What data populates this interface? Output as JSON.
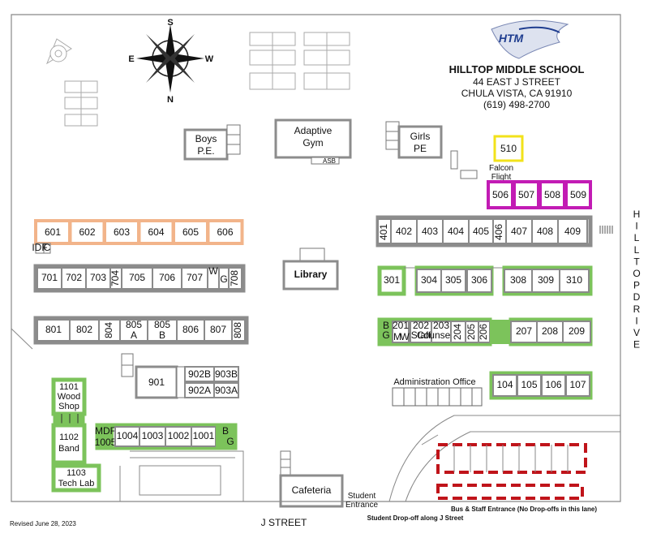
{
  "school": {
    "logo_text": "HTM",
    "name": "HILLTOP MIDDLE SCHOOL",
    "address1": "44 EAST J STREET",
    "address2": "CHULA VISTA, CA 91910",
    "phone": "(619) 498-2700"
  },
  "compass": {
    "n": "N",
    "s": "S",
    "e": "E",
    "w": "W"
  },
  "buildings": {
    "boys_pe_1": "Boys",
    "boys_pe_2": "P.E.",
    "adaptive_1": "Adaptive",
    "adaptive_2": "Gym",
    "asb": "ASB",
    "girls_pe_1": "Girls",
    "girls_pe_2": "PE",
    "falcon_1": "Falcon",
    "falcon_2": "Flight",
    "library": "Library",
    "admin": "Administration Office",
    "cafeteria": "Cafeteria",
    "student_entrance_1": "Student",
    "student_entrance_2": "Entrance",
    "wood_1": "1101",
    "wood_2": "Wood",
    "wood_3": "Shop",
    "band_1": "1102",
    "band_2": "Band",
    "tech_1": "1103",
    "tech_2": "Tech Lab"
  },
  "rooms": {
    "r510": "510",
    "magenta": [
      "506",
      "507",
      "508",
      "509"
    ],
    "orange": [
      "601",
      "602",
      "603",
      "604",
      "605",
      "606"
    ],
    "idf": "IDF",
    "c": "C",
    "row400": [
      "401",
      "402",
      "403",
      "404",
      "405",
      "406",
      "407",
      "408",
      "409"
    ],
    "row700": [
      "701",
      "702",
      "703",
      "704",
      "705",
      "706",
      "707",
      "W",
      "G",
      "708"
    ],
    "row300": [
      "301",
      "304",
      "305",
      "306",
      "308",
      "309",
      "310"
    ],
    "row800": [
      "801",
      "802",
      "804",
      "805",
      "805",
      "A",
      "B",
      "806",
      "807",
      "808"
    ],
    "row200": [
      "B",
      "201",
      "G",
      "M",
      "W",
      "202",
      "Staff",
      "203",
      "Counseling",
      "204",
      "205",
      "206",
      "207",
      "208",
      "209"
    ],
    "r901": "901",
    "row902": [
      "902B",
      "903B",
      "902A",
      "903A"
    ],
    "row100": [
      "104",
      "105",
      "106",
      "107"
    ],
    "row1000": [
      "MDF",
      "1005",
      "1004",
      "1003",
      "1002",
      "1001",
      "B",
      "G"
    ]
  },
  "streets": {
    "j_street": "J STREET",
    "hilltop_drive": [
      "H",
      "I",
      "L",
      "L",
      "T",
      "O",
      "P",
      "D",
      "R",
      "I",
      "V",
      "E"
    ]
  },
  "notes": {
    "dropoff": "Student Drop-off along J Street",
    "bus": "Bus & Staff Entrance (No Drop-offs in this lane)",
    "revised": "Revised June 28, 2023"
  },
  "colors": {
    "green": "#7cc35b",
    "orange": "#f2b48a",
    "magenta": "#c21bb4",
    "yellow": "#f2e21a",
    "red_dashed": "#c0141a",
    "logo_blue": "#1f3d8f"
  }
}
